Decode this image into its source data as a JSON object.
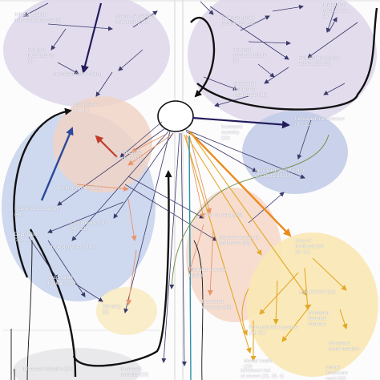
{
  "diagram": {
    "labels": {
      "n1": "Inflation, fall in\nhousehold income (3)",
      "n2": "Stress, depression\nand anxiety (3)",
      "n3": "Reduced\nfood security\n(4)",
      "n4": "Increased cost of living",
      "n5": "Reduced family\nincome (28, 39)",
      "n6": "Interrupted\nmedical care\n(4)",
      "n7": "Reduced economic\nactivity (28, 39)",
      "n8": "Reduced\nphysical activity\n(2)",
      "n9": "Increased\nbarriers to\nhealthcare (31)",
      "n10": "Low income\n(29, 31)",
      "n11": "Increased transmission\n(30, 31)",
      "n12": "Increased\nmortality\n(32)",
      "n13": "SARS-CoV-2\ninfection (11)",
      "n14": "Increased severity (41)\nof COVID-19 (18)",
      "n15": "Unemployment (23)",
      "n16": "Household crowding\n(41)",
      "n17": "Comorbidity (39)\n(48, 31)",
      "n18": "Poor housing (28)",
      "n19": "Unemployment (14)",
      "n20": "Deprivation\n(30, 43)",
      "n21": "Reduced access to\nhealthcare (30)",
      "n22": "Vaccination\nhesitancy (2)",
      "n23": "Reduced vaccine\nuptake",
      "n24": "Increased\nexposure (48)",
      "n25": "Loss of\nlivelihood (30,\n28, 31)",
      "n26": "Ethnicity\n(3)",
      "n27": "Long COVID (33)",
      "n28": "Increased\nbacterial\ninfection",
      "n29": "Occupational exposure\n(28, 31)",
      "n30": "Increased\nsocial isolation",
      "n31": "Mental health\n(23)",
      "n32": "Increased risk\nof severe (23, 29, 4)",
      "n33": "Increased infection (23)",
      "n34": "Increased\nmortality (23)",
      "n35": "Unmet\nhealthcare\nneed (32)"
    }
  }
}
